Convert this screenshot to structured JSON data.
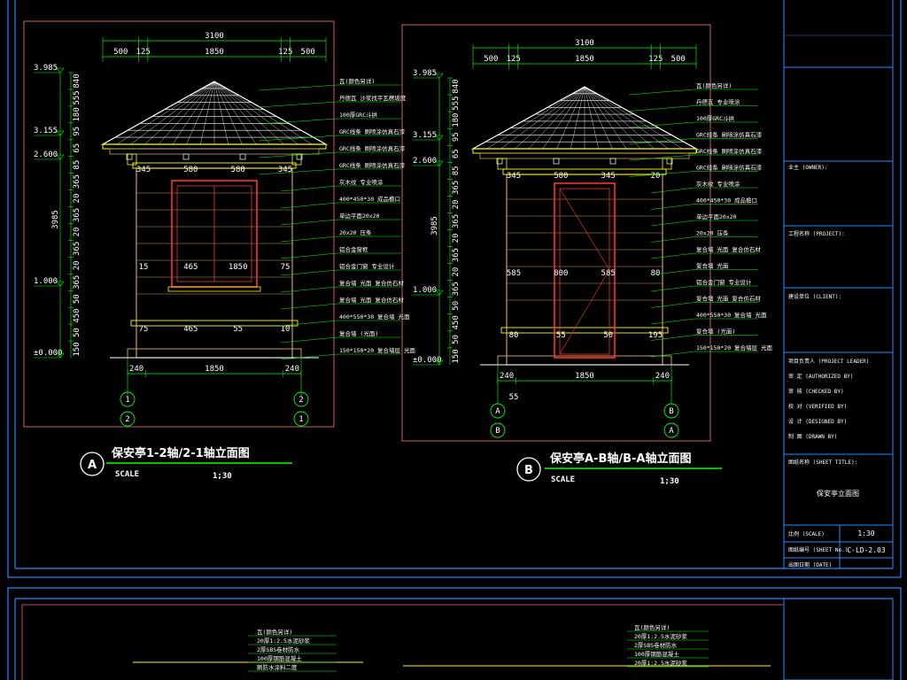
{
  "drawing_a": {
    "badge": "A",
    "title": "保安亭1-2轴/2-1轴立面图",
    "scale_label": "SCALE",
    "scale": "1;30",
    "dim_total": "3100",
    "dim_top": [
      "500",
      "125",
      "1850",
      "125",
      "500"
    ],
    "dim_bottom": [
      "240",
      "1850",
      "240"
    ],
    "levels": [
      "3.985",
      "3.155",
      "2.600",
      "1.000",
      "±0.000"
    ],
    "vert_dims": [
      "840",
      "555",
      "180",
      "95",
      "65",
      "85",
      "365",
      "20",
      "365",
      "20",
      "365",
      "20",
      "365",
      "50",
      "450",
      "50",
      "150",
      "3985"
    ],
    "inner_dims": [
      "345",
      "580",
      "580",
      "345",
      "15",
      "465",
      "1850",
      "75",
      "75",
      "465",
      "55",
      "10"
    ],
    "axes_top": [
      "1",
      "2"
    ],
    "axes_bottom": [
      "2",
      "1"
    ],
    "annotations": [
      "瓦(颜色另详)",
      "丹德瓦 沙浆找平瓦楞坡度",
      "100厚GRC斗拱",
      "GRC线条 刷喷涂仿真石漆",
      "GRC线条 刷喷涂仿真石漆",
      "GRC线条 刷喷涂仿真石漆",
      "灰木纹 专业喷涂",
      "400*450*30 成品檐口",
      "单边平面20x20",
      "20x20 压条",
      "铝合金窗框",
      "铝合金门窗 专业设计",
      "复合墙 光面 复合仿石材",
      "复合墙 光面 复合仿石材",
      "400*550*30 复合墙 光面",
      "复合墙 (光面)",
      "150*150*20 复合墙层 光面"
    ]
  },
  "drawing_b": {
    "badge": "B",
    "title": "保安亭A-B轴/B-A轴立面图",
    "scale_label": "SCALE",
    "scale": "1;30",
    "dim_total": "3100",
    "dim_top": [
      "500",
      "125",
      "1850",
      "125",
      "500"
    ],
    "dim_bottom": [
      "240",
      "1850",
      "240"
    ],
    "levels": [
      "3.985",
      "3.155",
      "2.600",
      "1.000",
      "±0.000"
    ],
    "vert_dims": [
      "840",
      "555",
      "180",
      "95",
      "65",
      "85",
      "365",
      "20",
      "365",
      "20",
      "365",
      "20",
      "365",
      "50",
      "450",
      "50",
      "150",
      "3985"
    ],
    "inner_dims": [
      "345",
      "580",
      "345",
      "20",
      "585",
      "800",
      "585",
      "80",
      "80",
      "55",
      "50",
      "195",
      "55"
    ],
    "axes_top": [
      "A",
      "B"
    ],
    "axes_bottom": [
      "B",
      "A"
    ],
    "annotations": [
      "瓦(颜色另详)",
      "丹德瓦 专业喷涂",
      "100厚GRC斗拱",
      "GRC线条 刷喷涂仿真石漆",
      "GRC线条 刷喷涂仿真石漆",
      "GRC线条 刷喷涂仿真石漆",
      "灰木纹 专业喷涂",
      "400*450*30 成品檐口",
      "单边平面20x20",
      "20x20 压条",
      "复合墙 光面 复合仿石材",
      "复合墙 光面",
      "铝合金门窗 专业设计",
      "复合墙 光面 复合仿石材",
      "400*550*30 复合墙 光面",
      "复合墙 (光面)",
      "150*150*20 复合墙层 光面"
    ]
  },
  "title_block": {
    "fields": [
      "业主 (OWNER):",
      "工程名称 (PROJECT):",
      "建设单位 (CLIENT):"
    ],
    "sign_rows": [
      "项目负责人 (PROJECT LEADER)",
      "审 定 (AUTHORIZED BY)",
      "审 核 (CHECKED BY)",
      "校 对 (VERIFIED BY)",
      "设 计 (DESIGNED BY)",
      "制 图 (DRAWN BY)"
    ],
    "sheet_title_label": "图纸名称 (SHEET TITLE):",
    "sheet_title": "保安亭立面图",
    "scale_row_label": "比例 (SCALE)",
    "scale_row_value": "1:30",
    "sheet_no_label": "图纸编号 (SHEET No.)",
    "sheet_no_value": "C-LD-2.03",
    "date_label": "出图日期 (DATE)"
  },
  "lower_sheet": {
    "notes_left": [
      "瓦(颜色另详)",
      "20厚1:2.5水泥砂浆",
      "2厚SBS卷材防水",
      "100厚钢筋混凝土",
      "刷防水涂料二度"
    ],
    "notes_right": [
      "瓦(颜色另详)",
      "20厚1:2.5水泥砂浆",
      "2厚SBS卷材防水",
      "100厚钢筋混凝土",
      "20厚1:2.5水泥砂浆"
    ]
  },
  "colors": {
    "background": "#000000",
    "frame": "#1e90ff",
    "roof": "#ffffff",
    "wall": "#c8a050",
    "trim": "#ffff00",
    "window": "#ff3030",
    "annotation": "#00ff00",
    "text": "#ffffff",
    "dims": "#00ff00",
    "sheet_border": "#ff7777"
  }
}
